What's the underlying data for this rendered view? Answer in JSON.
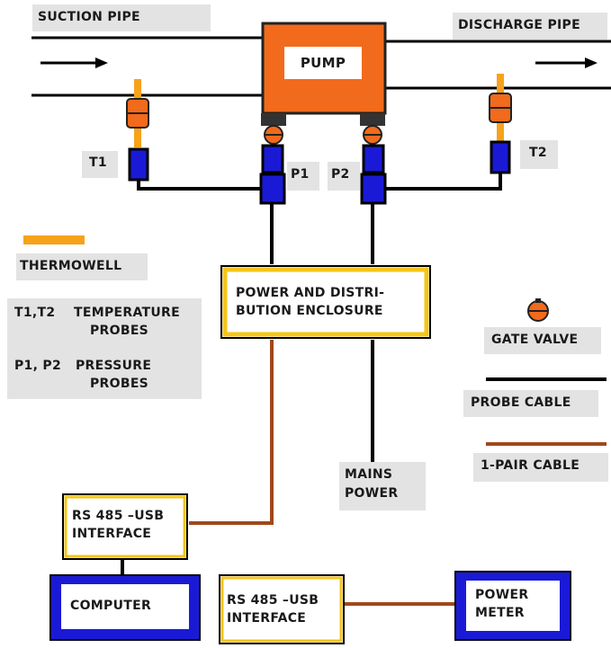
{
  "labels": {
    "suction_pipe": "SUCTION PIPE",
    "discharge_pipe": "DISCHARGE PIPE",
    "pump": "PUMP",
    "t1": "T1",
    "t2": "T2",
    "p1": "P1",
    "p2": "P2",
    "thermowell": "THERMOWELL",
    "legend_t_key": "T1,T2",
    "legend_t_desc_1": "TEMPERATURE",
    "legend_t_desc_2": "PROBES",
    "legend_p_key": "P1, P2",
    "legend_p_desc_1": "PRESSURE",
    "legend_p_desc_2": "PROBES",
    "enclosure_line1": "POWER AND DISTRI-",
    "enclosure_line2": "BUTION ENCLOSURE",
    "gate_valve": "GATE VALVE",
    "probe_cable": "PROBE CABLE",
    "pair_cable": "1-PAIR CABLE",
    "mains_power_1": "MAINS",
    "mains_power_2": "POWER",
    "rs485_top_1": "RS 485 –USB",
    "rs485_top_2": "INTERFACE",
    "computer": "COMPUTER",
    "rs485_bottom_1": "RS 485 –USB",
    "rs485_bottom_2": "INTERFACE",
    "power_meter_1": "POWER",
    "power_meter_2": "METER"
  },
  "colors": {
    "pump": "#f26a1b",
    "probe_blue": "#1a1ad6",
    "enclosure_border": "#f5c518",
    "pair_cable": "#a0481c",
    "thermowell": "#f7a21b",
    "label_bg": "#e3e3e3"
  }
}
